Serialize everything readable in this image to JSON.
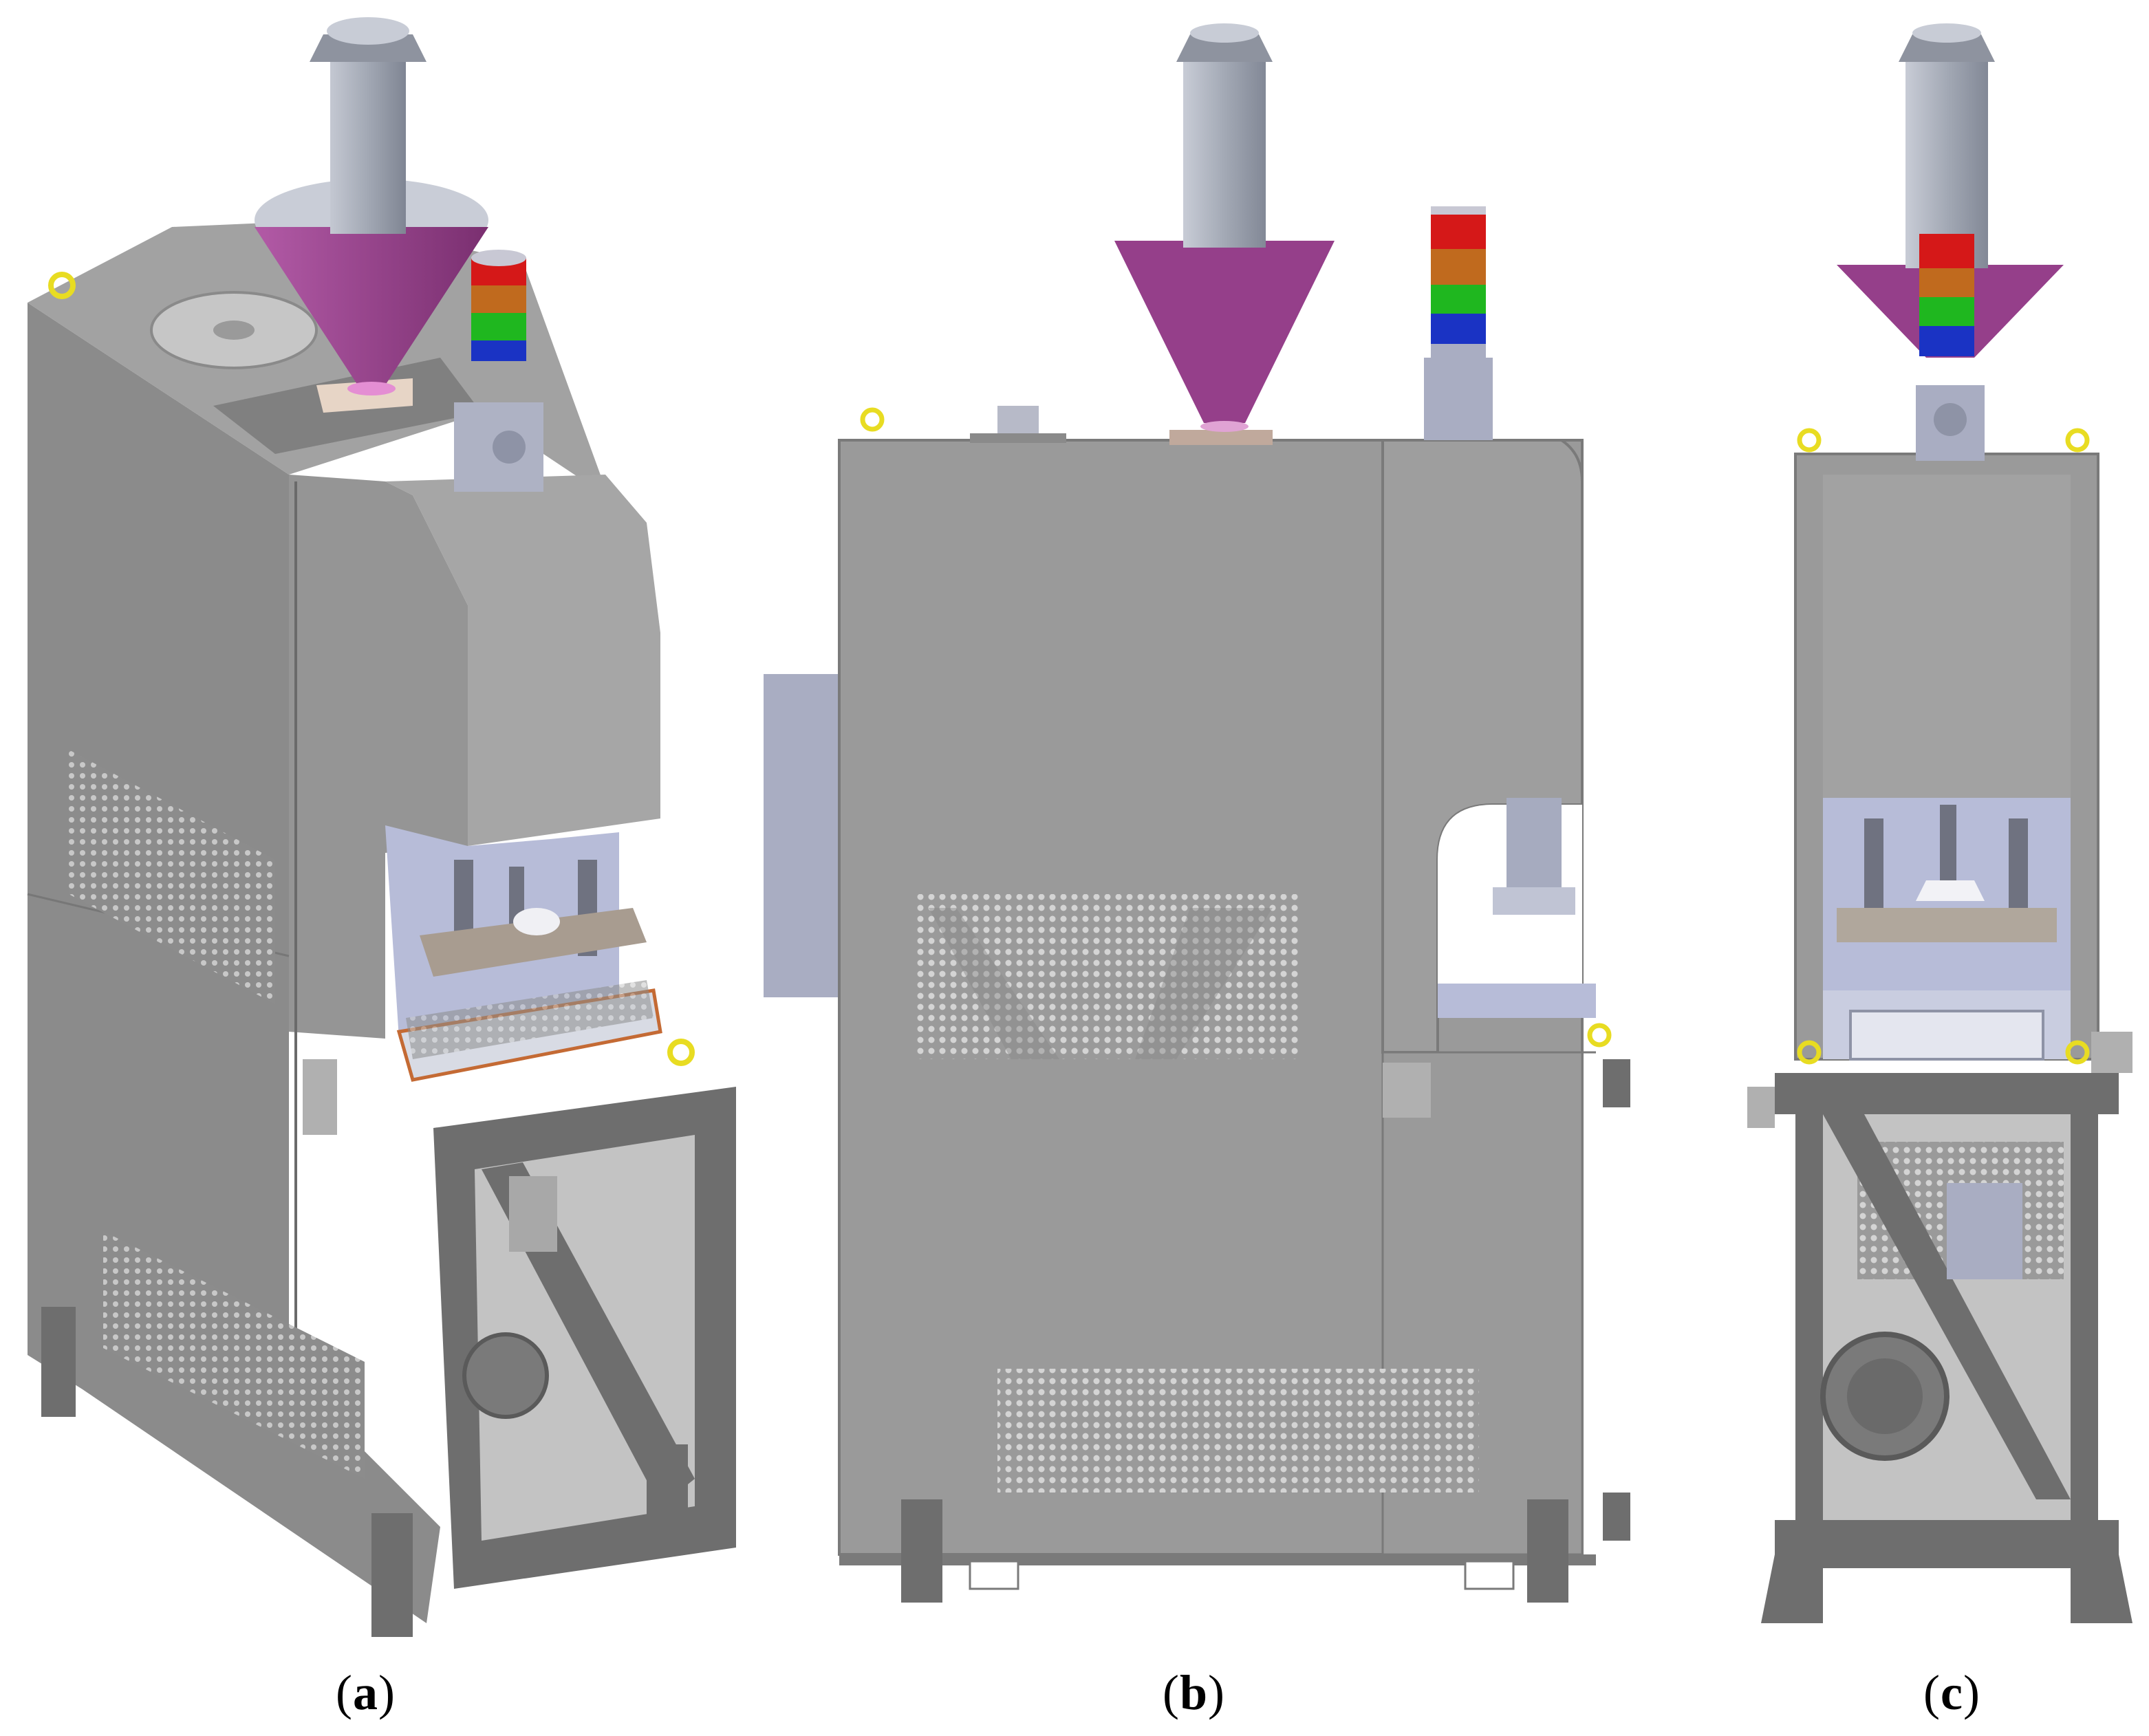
{
  "captions": {
    "a": {
      "open": "(",
      "letter": "a",
      "close": ")"
    },
    "b": {
      "open": "(",
      "letter": "b",
      "close": ")"
    },
    "c": {
      "open": "(",
      "letter": "c",
      "close": ")"
    }
  },
  "colors": {
    "body_gray": "#9a9a9a",
    "body_dark": "#7f7f7f",
    "frame": "#6e6e6e",
    "hopper_cone": "#8f3f86",
    "hopper_pipe": "#a9afbb",
    "stack_light": [
      "#d51818",
      "#c06a1e",
      "#1fb71f",
      "#1a33c4"
    ],
    "lifting_eye": "#e8dc22",
    "lavender_parts": "#b7bcd8",
    "perforation": "#c8c8c8"
  },
  "views": [
    {
      "id": "a",
      "type": "isometric"
    },
    {
      "id": "b",
      "type": "side"
    },
    {
      "id": "c",
      "type": "front"
    }
  ]
}
